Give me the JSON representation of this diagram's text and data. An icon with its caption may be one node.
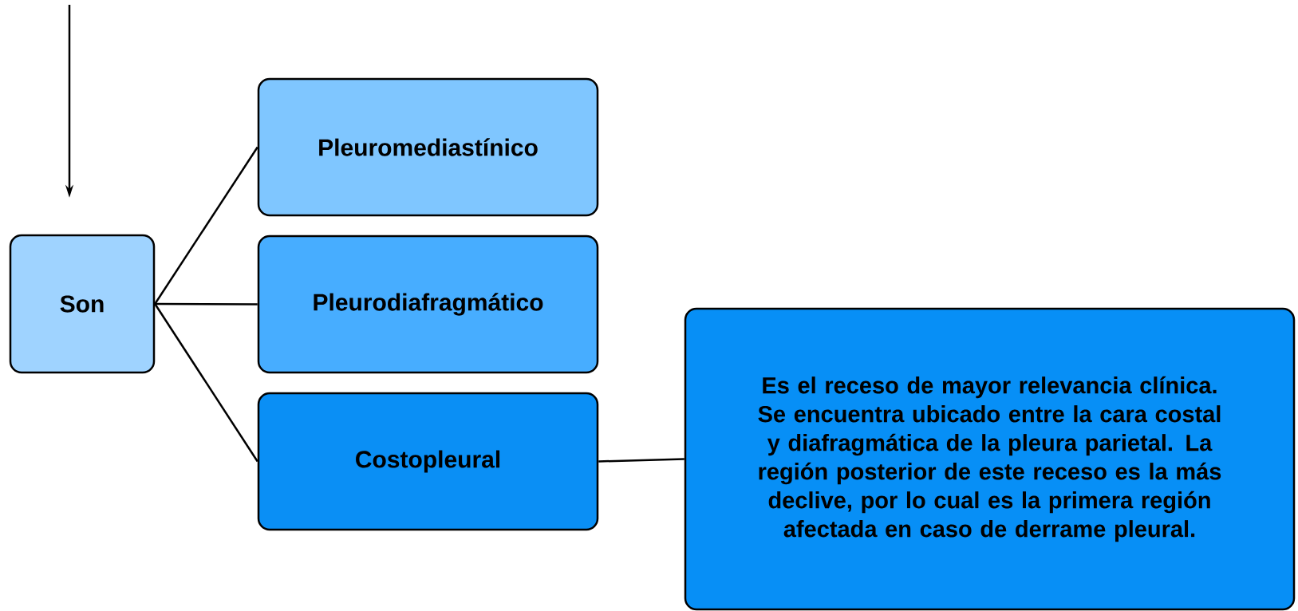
{
  "diagram": {
    "nodes": [
      {
        "text": [
          "Son"
        ]
      },
      {
        "text": [
          "Pleuromediastínico"
        ]
      },
      {
        "text": [
          "Pleurodiafragmático"
        ]
      },
      {
        "text": [
          "Costopleural"
        ]
      },
      {
        "text": [
          "Es el receso de mayor relevancia clínica. Se encuentra ubicado entre la cara costal y diafragmática de la pleura parietal. La región posterior de este receso es la más declive, por lo cual es la primera región afectada en caso de derrame pleural."
        ]
      }
    ],
    "edges": [
      {
        "from": null,
        "to": 0,
        "arrow": "to"
      },
      {
        "from": 0,
        "to": 1,
        "arrow": "none"
      },
      {
        "from": 0,
        "to": 2,
        "arrow": "none"
      },
      {
        "from": 0,
        "to": 3,
        "arrow": "none"
      },
      {
        "from": 3,
        "to": 4,
        "arrow": "none"
      }
    ]
  }
}
